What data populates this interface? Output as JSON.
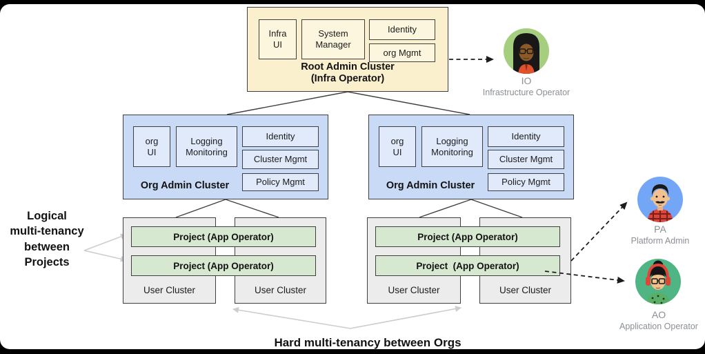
{
  "diagram": {
    "root_admin_cluster": {
      "title": "Root Admin Cluster",
      "subtitle": "(Infra Operator)",
      "components": {
        "infra_ui": "Infra\nUI",
        "system_manager": "System\nManager",
        "identity": "Identity",
        "org_mgmt": "org Mgmt"
      }
    },
    "org_admin_clusters": [
      {
        "title": "Org Admin Cluster",
        "components": {
          "org_ui": "org\nUI",
          "logging_monitoring": "Logging\nMonitoring",
          "identity": "Identity",
          "cluster_mgmt": "Cluster Mgmt",
          "policy_mgmt": "Policy Mgmt"
        },
        "projects": [
          "Project (App Operator)",
          "Project (App Operator)"
        ],
        "user_clusters": [
          "User Cluster",
          "User Cluster"
        ]
      },
      {
        "title": "Org Admin Cluster",
        "components": {
          "org_ui": "org\nUI",
          "logging_monitoring": "Logging\nMonitoring",
          "identity": "Identity",
          "cluster_mgmt": "Cluster Mgmt",
          "policy_mgmt": "Policy Mgmt"
        },
        "projects": [
          "Project (App Operator)",
          "Project  (App Operator)"
        ],
        "user_clusters": [
          "User Cluster",
          "User Cluster"
        ]
      }
    ],
    "actors": [
      {
        "initials": "IO",
        "role": "Infrastructure Operator"
      },
      {
        "initials": "PA",
        "role": "Platform Admin"
      },
      {
        "initials": "AO",
        "role": "Application Operator"
      }
    ],
    "annotations": {
      "left_lines": [
        "Logical",
        "multi-tenancy",
        "between",
        "Projects"
      ],
      "bottom": "Hard multi-tenancy between Orgs"
    },
    "palette": {
      "root_cluster_fill": "#FBF0CE",
      "root_component_fill": "#FDF6DF",
      "org_cluster_fill": "#C9DAF6",
      "org_component_fill": "#E0EAFB",
      "project_fill": "#D7E8D0",
      "user_cluster_fill": "#ECECEC",
      "io_circle": "#A6CE7F",
      "pa_circle": "#74A6F8",
      "ao_circle": "#4FB585",
      "actor_label_gray": "#8A8F94",
      "connector_dark": "#3F3F3F",
      "annotation_arrow_gray": "#CDCDCD",
      "dashed_arrow_black": "#1C1C1C"
    }
  }
}
